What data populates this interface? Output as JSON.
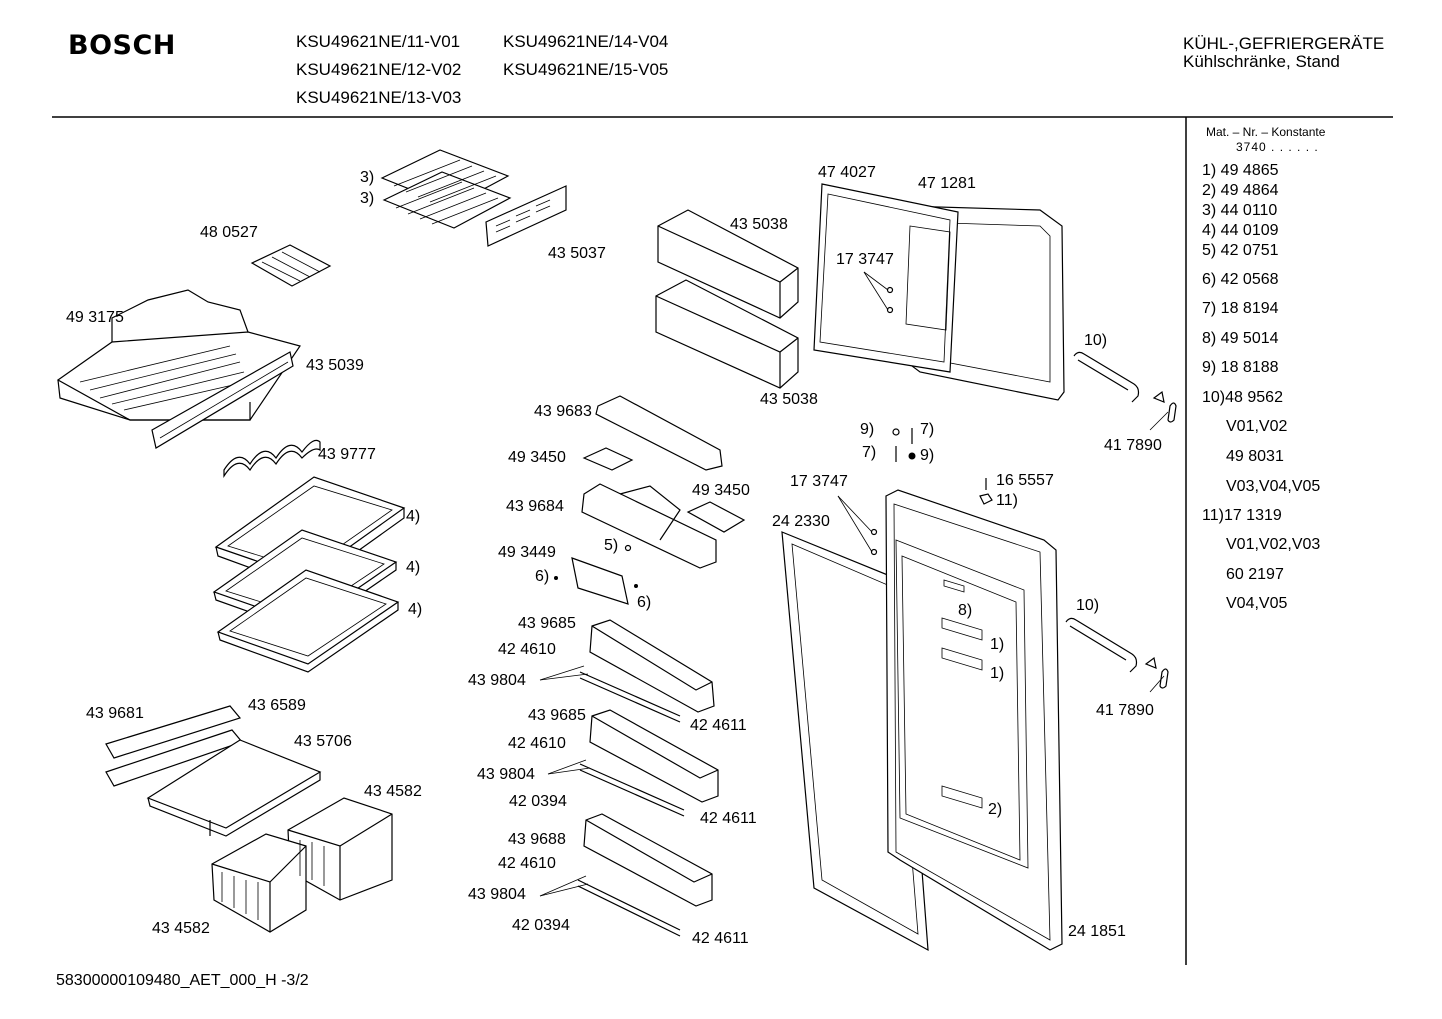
{
  "header": {
    "brand": "BOSCH",
    "models": [
      "KSU49621NE/11-V01",
      "KSU49621NE/12-V02",
      "KSU49621NE/13-V03",
      "KSU49621NE/14-V04",
      "KSU49621NE/15-V05"
    ],
    "category_line1": "KÜHL-,GEFRIERGERÄTE",
    "category_line2": "Kühlschränke, Stand"
  },
  "side_panel": {
    "heading": "Mat. – Nr. – Konstante",
    "constant": "3740 . . . . . .",
    "items": [
      "1)  49 4865",
      "2)  49 4864",
      "3)  44 0110",
      "4)  44 0109",
      "5)  42 0751",
      "6)  42 0568",
      "7)  18 8194",
      "8)  49 5014",
      "9)  18 8188",
      "10)48 9562",
      "V01,V02",
      "49 8031",
      "V03,V04,V05",
      "11)17 1319",
      "V01,V02,V03",
      "60 2197",
      "V04,V05"
    ]
  },
  "parts": {
    "p480527": "48 0527",
    "p493175": "49 3175",
    "p435039": "43 5039",
    "p439777": "43 9777",
    "p4a": "4)",
    "p4b": "4)",
    "p4c": "4)",
    "p3a": "3)",
    "p3b": "3)",
    "p435037": "43 5037",
    "p435038a": "43 5038",
    "p435038b": "43 5038",
    "p474027": "47 4027",
    "p471281": "47 1281",
    "p173747a": "17 3747",
    "p10a": "10)",
    "p417890a": "41 7890",
    "p439683": "43 9683",
    "p493450a": "49 3450",
    "p493450b": "49 3450",
    "p439684": "43 9684",
    "p493449": "49 3449",
    "p5": "5)",
    "p6a": "6)",
    "p6b": "6)",
    "p9a": "9)",
    "p7a": "7)",
    "p7b": "7)",
    "p9b": "9)",
    "p173747b": "17 3747",
    "p165557": "16 5557",
    "p11": "11)",
    "p242330": "24 2330",
    "p8": "8)",
    "p1a": "1)",
    "p1b": "1)",
    "p2": "2)",
    "p10b": "10)",
    "p417890b": "41 7890",
    "p241851": "24 1851",
    "p439685a": "43 9685",
    "p424610a": "42 4610",
    "p439804a": "43 9804",
    "p424611a": "42 4611",
    "p439685b": "43 9685",
    "p424610b": "42 4610",
    "p439804b": "43 9804",
    "p420394a": "42 0394",
    "p424611b": "42 4611",
    "p439688": "43 9688",
    "p424610c": "42 4610",
    "p439804c": "43 9804",
    "p420394b": "42 0394",
    "p424611c": "42 4611",
    "p439681": "43 9681",
    "p436589": "43 6589",
    "p435706": "43 5706",
    "p434582a": "43 4582",
    "p434582b": "43 4582"
  },
  "footer": {
    "doc_id": "58300000109480_AET_000_H -3/2"
  }
}
